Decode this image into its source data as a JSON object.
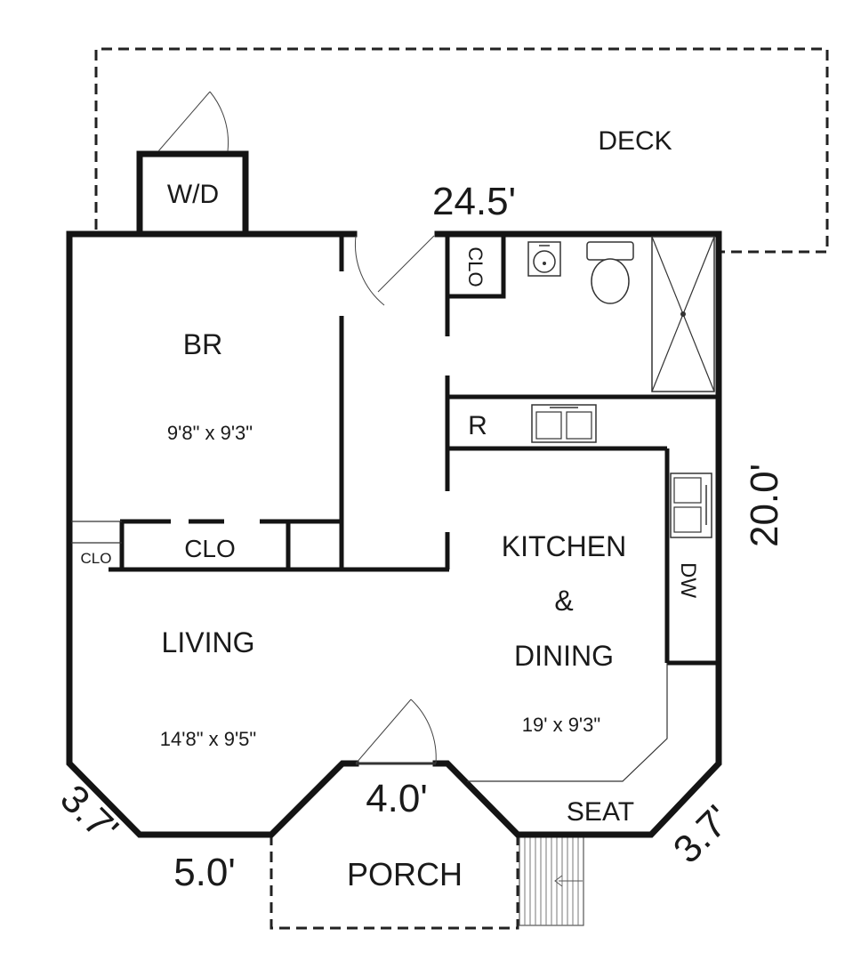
{
  "rooms": {
    "deck": "DECK",
    "wd": "W/D",
    "br": "BR",
    "br_size": "9'8\" x 9'3\"",
    "clo_top": "CLO",
    "clo_br": "CLO",
    "clo_small": "CLO",
    "r": "R",
    "kitchen_line1": "KITCHEN",
    "kitchen_line2": "&",
    "kitchen_line3": "DINING",
    "kitchen_size": "19' x 9'3\"",
    "dw": "DW",
    "living": "LIVING",
    "living_size": "14'8\" x 9'5\"",
    "seat": "SEAT",
    "porch": "PORCH"
  },
  "dimensions": {
    "top_width": "24.5'",
    "right_height": "20.0'",
    "bay_left_diag": "3.7'",
    "bay_bottom": "5.0'",
    "porch_width": "4.0'",
    "bay_right_diag": "3.7'"
  }
}
